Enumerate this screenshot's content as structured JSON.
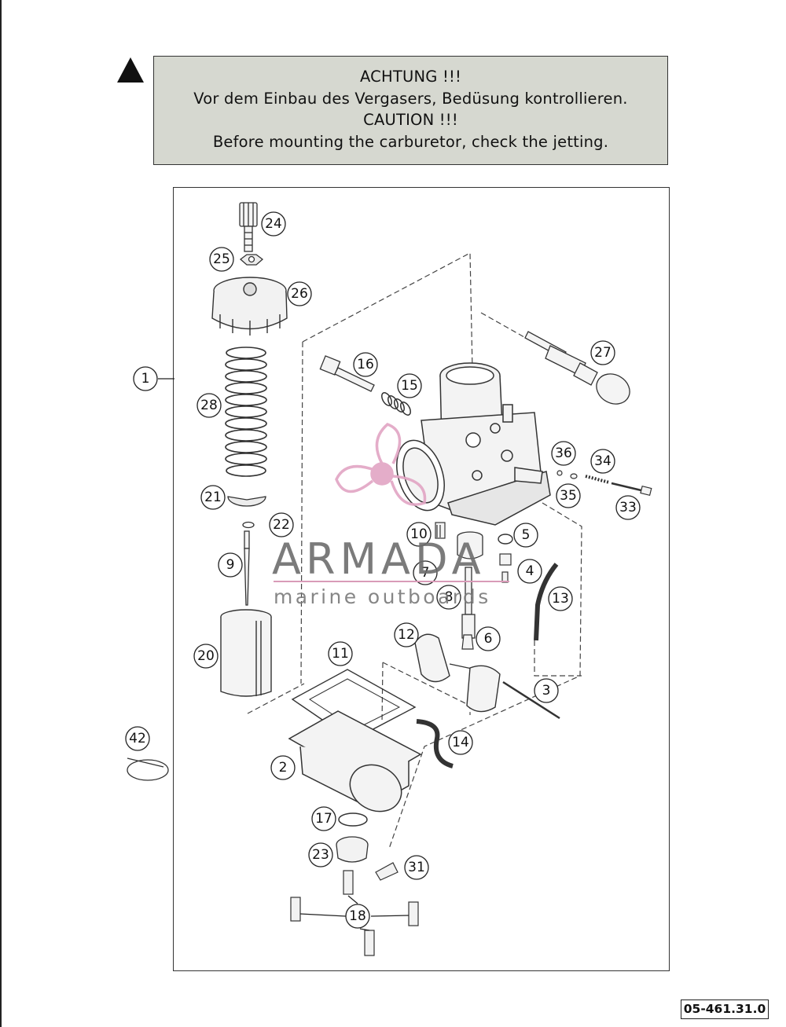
{
  "warning": {
    "line1": "ACHTUNG !!!",
    "line2": "Vor dem Einbau des Vergasers, Bedüsung kontrollieren.",
    "line3": "CAUTION !!!",
    "line4": "Before mounting the carburetor, check the jetting."
  },
  "callouts": [
    "1",
    "2",
    "3",
    "4",
    "5",
    "6",
    "7",
    "8",
    "9",
    "10",
    "11",
    "12",
    "13",
    "14",
    "15",
    "16",
    "17",
    "18",
    "20",
    "21",
    "22",
    "23",
    "24",
    "25",
    "26",
    "27",
    "28",
    "31",
    "33",
    "34",
    "35",
    "36",
    "42"
  ],
  "watermark": {
    "title": "ARMADA",
    "subtitle": "marine outboards",
    "accent": "#e2a5c4"
  },
  "reference_number": "05-461.31.0"
}
